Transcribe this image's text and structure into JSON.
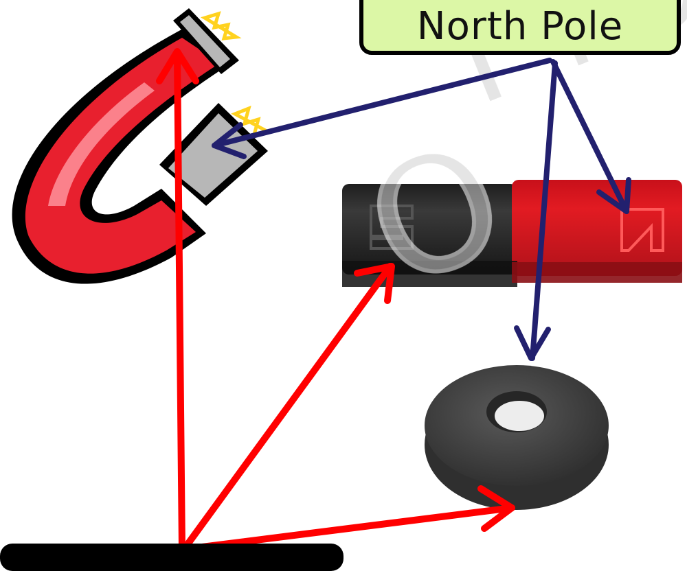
{
  "north_label": "North Pole",
  "watermark": "Promo Only",
  "objects": {
    "horseshoe_magnet": "horseshoe magnet",
    "bar_magnet": "bar magnet",
    "ring_magnet": "ring magnet"
  },
  "colors": {
    "north_arrow": "#22206e",
    "south_arrow": "#ff0000",
    "label_fill": "#dcf7a6",
    "magnet_red": "#e8202e",
    "bar_black": "#2c2c2c",
    "ring_grey": "#4a4a4a"
  }
}
